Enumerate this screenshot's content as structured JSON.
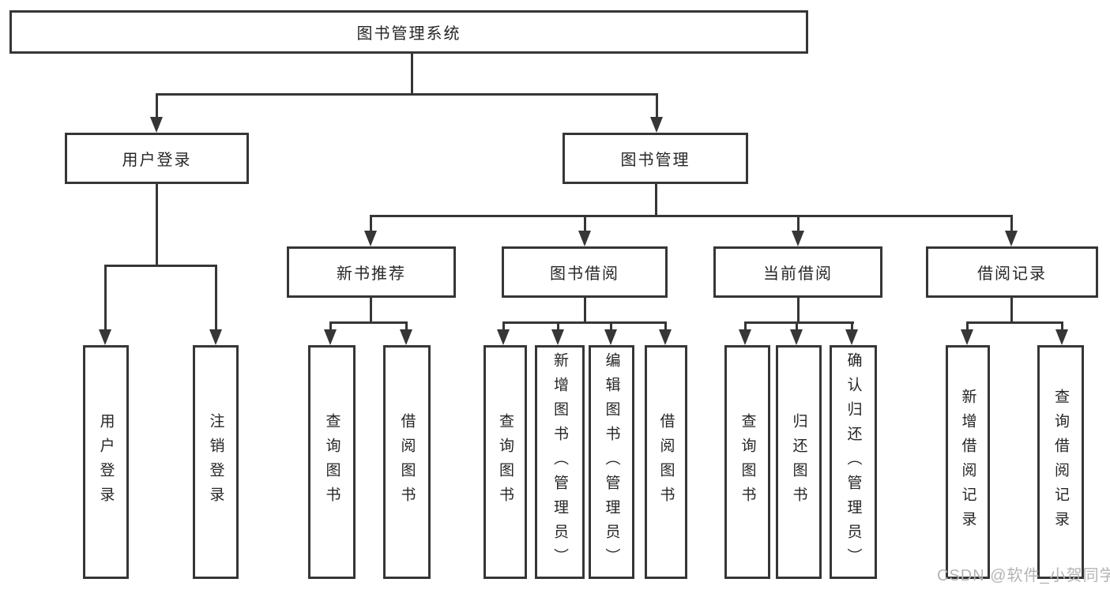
{
  "diagram": {
    "root": "图书管理系统",
    "level2": {
      "login": "用户登录",
      "manage": "图书管理"
    },
    "login_children": [
      "用户登录",
      "注销登录"
    ],
    "manage_groups": [
      {
        "label": "新书推荐",
        "children": [
          "查询图书",
          "借阅图书"
        ]
      },
      {
        "label": "图书借阅",
        "children": [
          "查询图书",
          "新增图书（管理员）",
          "编辑图书（管理员）",
          "借阅图书"
        ]
      },
      {
        "label": "当前借阅",
        "children": [
          "查询图书",
          "归还图书",
          "确认归还（管理员）"
        ]
      },
      {
        "label": "借阅记录",
        "children": [
          "新增借阅记录",
          "查询借阅记录"
        ]
      }
    ]
  },
  "watermark": "CSDN @软件_小贺同学",
  "colors": {
    "line": "#363636",
    "text": "#262626",
    "watermark": "#b4b4b4",
    "background": "#ffffff"
  }
}
